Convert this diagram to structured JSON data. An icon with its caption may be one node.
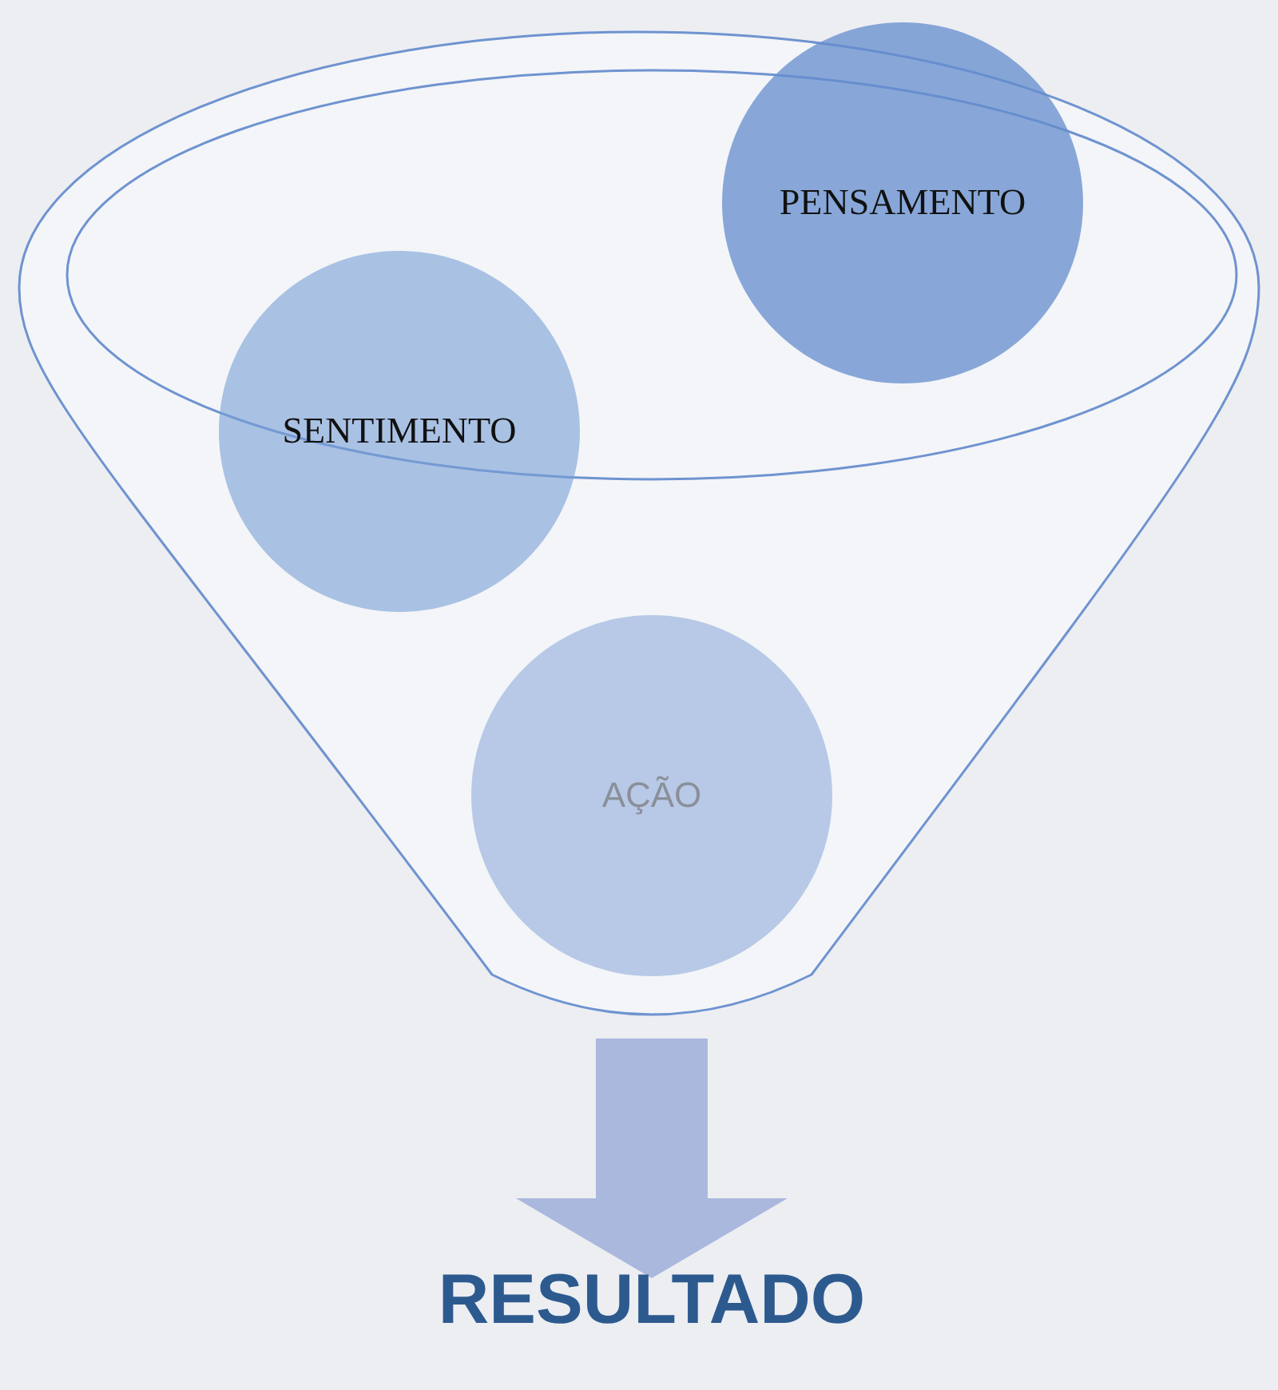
{
  "diagram": {
    "nodes": [
      {
        "text": [],
        "shape": "funnel"
      },
      {
        "text": [
          "PENSAMENTO"
        ],
        "in": 0
      },
      {
        "text": [
          "SENTIMENTO"
        ],
        "in": 0
      },
      {
        "text": [
          "AÇÃO"
        ],
        "in": 0
      },
      {
        "text": [
          "RESULTADO"
        ]
      }
    ],
    "edges": [
      {
        "from": 0,
        "to": 4,
        "arrow": "to"
      }
    ]
  }
}
